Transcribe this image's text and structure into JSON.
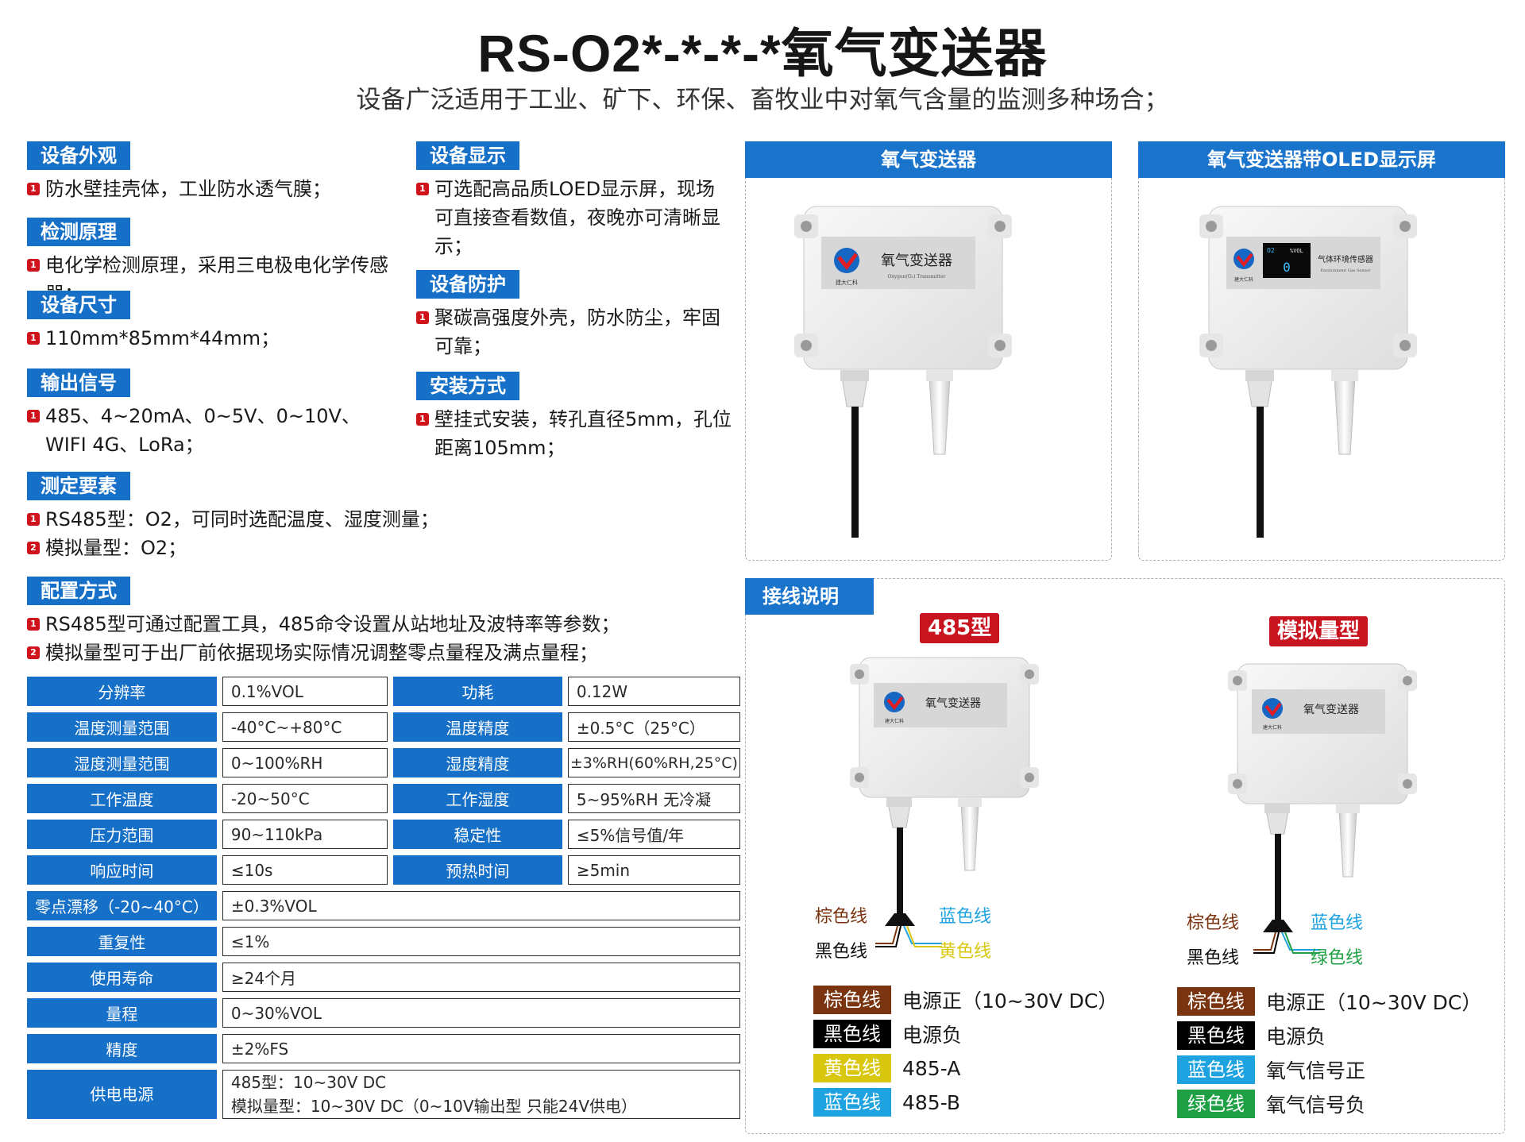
{
  "header": {
    "title": "RS-O2*-*-*-*氧气变送器",
    "subtitle": "设备广泛适用于工业、矿下、环保、畜牧业中对氧气含量的监测多种场合；"
  },
  "sections_left": [
    {
      "label": "设备外观",
      "items": [
        "防水壁挂壳体，工业防水透气膜；"
      ]
    },
    {
      "label": "检测原理",
      "items": [
        "电化学检测原理，采用三电极电化学传感器；"
      ]
    },
    {
      "label": "设备尺寸",
      "items": [
        "110mm*85mm*44mm；"
      ]
    },
    {
      "label": "输出信号",
      "items": [
        "485、4~20mA、0~5V、0~10V、WIFI 4G、LoRa；"
      ]
    },
    {
      "label": "测定要素",
      "items": [
        "RS485型：O2，可同时选配温度、湿度测量；",
        "模拟量型：O2；"
      ]
    },
    {
      "label": "配置方式",
      "items": [
        "RS485型可通过配置工具，485命令设置从站地址及波特率等参数；",
        "模拟量型可于出厂前依据现场实际情况调整零点量程及满点量程；"
      ]
    }
  ],
  "sections_mid": [
    {
      "label": "设备显示",
      "items": [
        "可选配高品质LOED显示屏，现场可直接查看数值，夜晚亦可清晰显示；"
      ]
    },
    {
      "label": "设备防护",
      "items": [
        "聚碳高强度外壳，防水防尘，牢固可靠；"
      ]
    },
    {
      "label": "安装方式",
      "items": [
        "壁挂式安装，转孔直径5mm，孔位距离105mm；"
      ]
    }
  ],
  "item_numbers": [
    "1",
    "2"
  ],
  "specs": {
    "pairs": [
      {
        "l1": "分辨率",
        "v1": "0.1%VOL",
        "l2": "功耗",
        "v2": "0.12W"
      },
      {
        "l1": "温度测量范围",
        "v1": "-40°C~+80°C",
        "l2": "温度精度",
        "v2": "±0.5°C（25°C）"
      },
      {
        "l1": "湿度测量范围",
        "v1": "0~100%RH",
        "l2": "湿度精度",
        "v2": "±3%RH(60%RH,25°C)"
      },
      {
        "l1": "工作温度",
        "v1": "-20~50°C",
        "l2": "工作湿度",
        "v2": "5~95%RH 无冷凝"
      },
      {
        "l1": "压力范围",
        "v1": "90~110kPa",
        "l2": "稳定性",
        "v2": "≤5%信号值/年"
      },
      {
        "l1": "响应时间",
        "v1": "≤10s",
        "l2": "预热时间",
        "v2": "≥5min"
      }
    ],
    "singles": [
      {
        "l": "零点漂移（-20~40°C）",
        "v": "±0.3%VOL"
      },
      {
        "l": "重复性",
        "v": "≤1%"
      },
      {
        "l": "使用寿命",
        "v": "≥24个月"
      },
      {
        "l": "量程",
        "v": "0~30%VOL"
      },
      {
        "l": "精度",
        "v": "±2%FS"
      }
    ],
    "power": {
      "l": "供电电源",
      "line1": "485型：10~30V DC",
      "line2": "模拟量型：10~30V DC（0~10V输出型 只能24V供电）"
    }
  },
  "products": {
    "left_title": "氧气变送器",
    "right_title": "氧气变送器带OLED显示屏",
    "device_label": "氧气变送器",
    "device_label_en": "Oxygen(O₂) Transmitter",
    "oled_device_label": "气体环境传感器",
    "oled_device_label_en": "Environment Gas Sensor",
    "oled_unit": "%VOL",
    "oled_gas": "O2",
    "oled_value": "0",
    "brand": "建大仁科"
  },
  "wiring": {
    "title": "接线说明",
    "type_485": "485型",
    "type_analog": "模拟量型",
    "wire_485": {
      "brown": "棕色线",
      "blue": "蓝色线",
      "black": "黑色线",
      "yellow": "黄色线"
    },
    "wire_analog": {
      "brown": "棕色线",
      "blue": "蓝色线",
      "black": "黑色线",
      "green": "绿色线"
    },
    "legend_485": [
      {
        "chip": "棕色线",
        "desc": "电源正（10~30V DC）"
      },
      {
        "chip": "黑色线",
        "desc": "电源负"
      },
      {
        "chip": "黄色线",
        "desc": "485-A"
      },
      {
        "chip": "蓝色线",
        "desc": "485-B"
      }
    ],
    "legend_analog": [
      {
        "chip": "棕色线",
        "desc": "电源正（10~30V DC）"
      },
      {
        "chip": "黑色线",
        "desc": "电源负"
      },
      {
        "chip": "蓝色线",
        "desc": "氧气信号正"
      },
      {
        "chip": "绿色线",
        "desc": "氧气信号负"
      }
    ]
  },
  "colors": {
    "accent_blue": "#1670c8",
    "badge_red": "#c8141e",
    "wire_brown": "#7a3510",
    "wire_black": "#000000",
    "wire_yellow": "#d9c70f",
    "wire_blue": "#1ea3e0",
    "wire_green": "#20a045"
  }
}
